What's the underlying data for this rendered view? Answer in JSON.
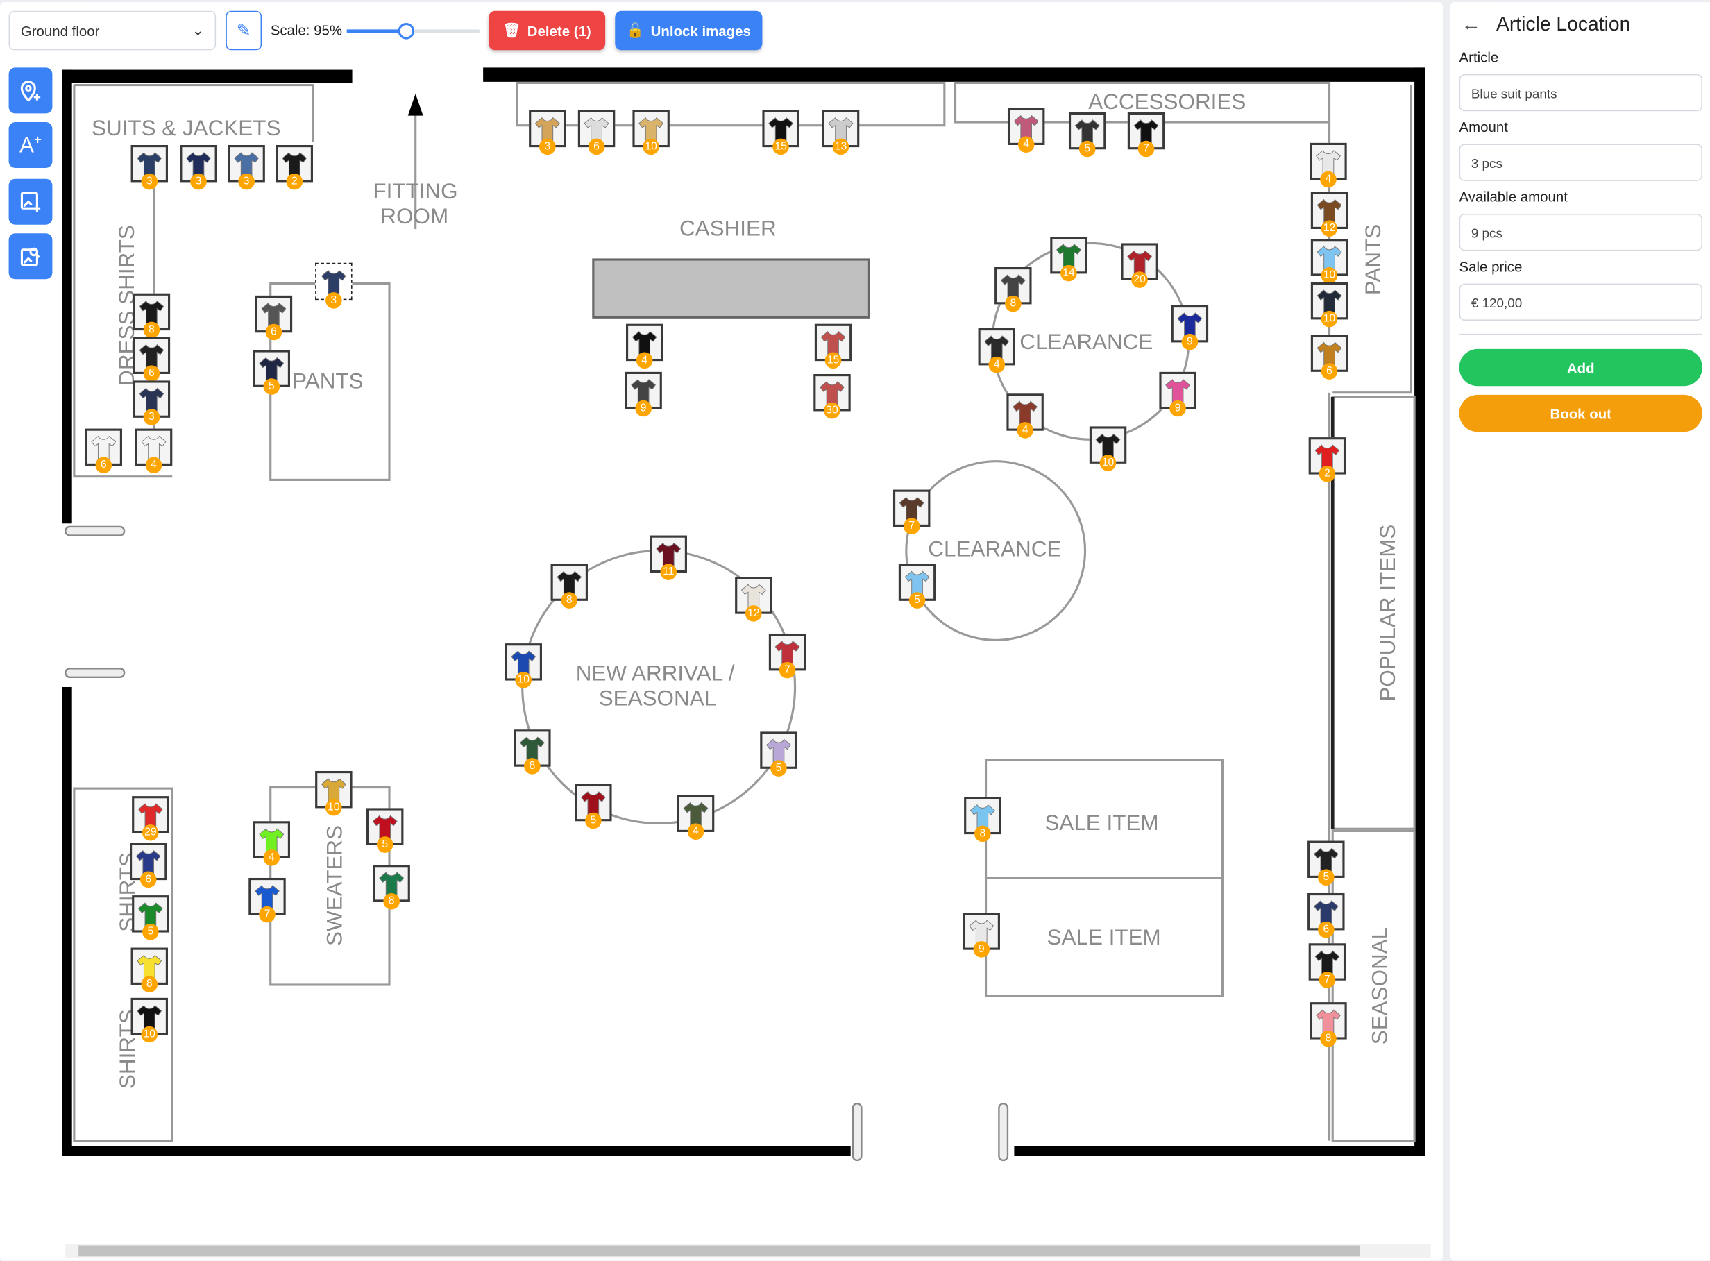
{
  "toolbar": {
    "floor": "Ground floor",
    "scale_label": "Scale: 95%",
    "scale_value": 95,
    "delete_label": "Delete (1)",
    "unlock_label": "Unlock images"
  },
  "tools": [
    "add-location-icon",
    "add-text-icon",
    "add-image-icon",
    "search-image-icon"
  ],
  "labels": {
    "suits": "SUITS & JACKETS",
    "dress_shirts": "DRESS SHIRTS",
    "fitting": "FITTING",
    "room": "ROOM",
    "pants_left": "PANTS",
    "cashier": "CASHIER",
    "accessories": "ACCESSORIES",
    "clearance1": "CLEARANCE",
    "clearance2": "CLEARANCE",
    "new1": "NEW ARRIVAL /",
    "new2": "SEASONAL",
    "pants_right": "PANTS",
    "popular": "POPULAR ITEMS",
    "seasonal": "SEASONAL",
    "shirts1": "SHIRTS",
    "shirts2": "SHIRTS",
    "sweaters": "SWEATERS",
    "sale1": "SALE ITEM",
    "sale2": "SALE ITEM"
  },
  "items": [
    {
      "count": 3,
      "color": "#2b3f66"
    },
    {
      "count": 3,
      "color": "#1f2c5c"
    },
    {
      "count": 3,
      "color": "#4a6fa5"
    },
    {
      "count": 2,
      "color": "#1a1a1a"
    },
    {
      "count": 8,
      "color": "#1a1a1a"
    },
    {
      "count": 6,
      "color": "#222222"
    },
    {
      "count": 3,
      "color": "#2a3556"
    },
    {
      "count": 6,
      "color": "#f4f4f4"
    },
    {
      "count": 4,
      "color": "#f4f4f4"
    },
    {
      "count": 6,
      "color": "#555555"
    },
    {
      "count": 3,
      "color": "#2d3f66",
      "selected": true
    },
    {
      "count": 5,
      "color": "#1f2744"
    },
    {
      "count": 3,
      "color": "#d4a45a"
    },
    {
      "count": 6,
      "color": "#dddddd"
    },
    {
      "count": 10,
      "color": "#d9b36a"
    },
    {
      "count": 15,
      "color": "#111111"
    },
    {
      "count": 13,
      "color": "#cccccc"
    },
    {
      "count": 4,
      "color": "#c05a7a"
    },
    {
      "count": 5,
      "color": "#333333"
    },
    {
      "count": 7,
      "color": "#111111"
    },
    {
      "count": 4,
      "color": "#111111"
    },
    {
      "count": 15,
      "color": "#c0504d"
    },
    {
      "count": 9,
      "color": "#444444"
    },
    {
      "count": 30,
      "color": "#c0504d"
    },
    {
      "count": 14,
      "color": "#1f7a2f"
    },
    {
      "count": 20,
      "color": "#b0222a"
    },
    {
      "count": 8,
      "color": "#444444"
    },
    {
      "count": 9,
      "color": "#1a2a9a"
    },
    {
      "count": 4,
      "color": "#2a2a2a"
    },
    {
      "count": 9,
      "color": "#e0529a"
    },
    {
      "count": 4,
      "color": "#8a3a2a"
    },
    {
      "count": 10,
      "color": "#1a1a1a"
    },
    {
      "count": 7,
      "color": "#5a3a2a"
    },
    {
      "count": 5,
      "color": "#7fc4f0"
    },
    {
      "count": 11,
      "color": "#6a1020"
    },
    {
      "count": 8,
      "color": "#1a1a1a"
    },
    {
      "count": 12,
      "color": "#e8e4dc"
    },
    {
      "count": 7,
      "color": "#c0303a"
    },
    {
      "count": 10,
      "color": "#1a4ab0"
    },
    {
      "count": 8,
      "color": "#2f5a3a"
    },
    {
      "count": 5,
      "color": "#b8a8d8"
    },
    {
      "count": 5,
      "color": "#a0101a"
    },
    {
      "count": 4,
      "color": "#4a5a3a"
    },
    {
      "count": 4,
      "color": "#e8e8e8"
    },
    {
      "count": 12,
      "color": "#7a4a20"
    },
    {
      "count": 10,
      "color": "#7fc4f0"
    },
    {
      "count": 10,
      "color": "#222a3a"
    },
    {
      "count": 6,
      "color": "#c08020"
    },
    {
      "count": 2,
      "color": "#e02020"
    },
    {
      "count": 5,
      "color": "#222222"
    },
    {
      "count": 6,
      "color": "#2a3a6a"
    },
    {
      "count": 7,
      "color": "#1a1a1a"
    },
    {
      "count": 8,
      "color": "#f0909a"
    },
    {
      "count": 29,
      "color": "#e02a2a"
    },
    {
      "count": 6,
      "color": "#2a3a8a"
    },
    {
      "count": 5,
      "color": "#1a8a2a"
    },
    {
      "count": 8,
      "color": "#f8e030"
    },
    {
      "count": 10,
      "color": "#111111"
    },
    {
      "count": 10,
      "color": "#d8a838"
    },
    {
      "count": 4,
      "color": "#70f020"
    },
    {
      "count": 5,
      "color": "#c01020"
    },
    {
      "count": 7,
      "color": "#1a5ad0"
    },
    {
      "count": 8,
      "color": "#1a7a4a"
    },
    {
      "count": 8,
      "color": "#7ac4f0"
    },
    {
      "count": 9,
      "color": "#e8e8e8"
    }
  ],
  "panel": {
    "title": "Article Location",
    "article_label": "Article",
    "article": "Blue suit pants",
    "amount_label": "Amount",
    "amount": "3 pcs",
    "available_label": "Available amount",
    "available": "9 pcs",
    "price_label": "Sale price",
    "price": "€ 120,00",
    "add": "Add",
    "book_out": "Book out"
  },
  "colors": {
    "accent": "#3b82f6",
    "danger": "#ef4444",
    "add": "#22c55e",
    "book": "#f59e0b",
    "badge": "#ffa500"
  }
}
